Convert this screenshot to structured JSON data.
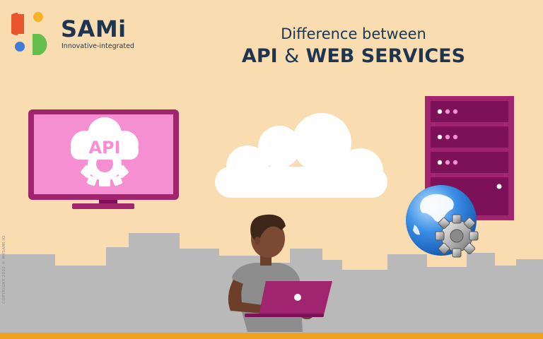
{
  "brand": {
    "name": "SAMi",
    "tagline": "Innovative-integrated"
  },
  "headline": {
    "line1": "Difference between",
    "line2_part1": "API",
    "line2_amp": "&",
    "line2_part2": "WEB SERVICES"
  },
  "monitor": {
    "screen_label": "API"
  },
  "copyright": "COPYRIGHT 2022 © MYSAMI.IO",
  "colors": {
    "background": "#f9dcb0",
    "navy": "#1e3552",
    "magenta": "#a0246e",
    "magenta_dark": "#7d1157",
    "pink_screen": "#f58fd1",
    "skyline_gray": "#b9b9b9",
    "footer_orange": "#f0a11e",
    "logo_red": "#ea5530",
    "logo_yellow": "#f7b324",
    "logo_blue": "#3f7bd9",
    "logo_green": "#65bf4c"
  },
  "icons": [
    "cloud-icon",
    "server-rack-icon",
    "globe-icon",
    "gear-icon",
    "laptop-icon",
    "monitor-icon"
  ]
}
